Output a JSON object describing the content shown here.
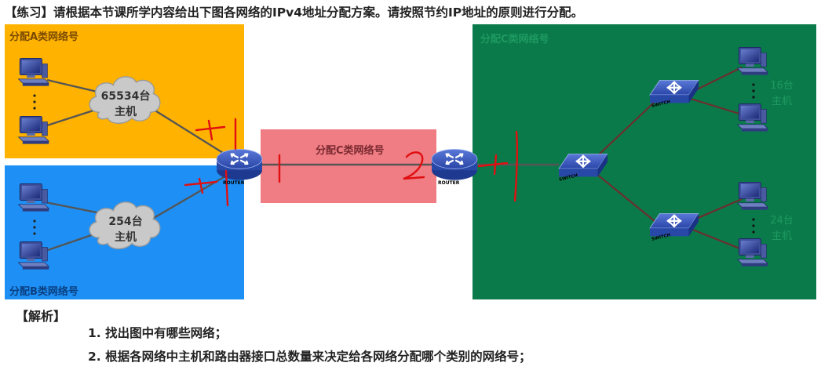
{
  "title": "【练习】请根据本节课所学内容给出下图各网络的IPv4地址分配方案。请按照节约IP地址的原则进行分配。",
  "regions": {
    "a": {
      "label": "分配A类网络号",
      "color": "#FFB300"
    },
    "b": {
      "label": "分配B类网络号",
      "color": "#1E90F5"
    },
    "c_mid": {
      "label": "分配C类网络号",
      "color": "#F07C84"
    },
    "c_right": {
      "label": "分配C类网络号",
      "color": "#0B7A4B"
    }
  },
  "clouds": {
    "a": {
      "count": "65534台",
      "unit": "主机"
    },
    "b": {
      "count": "254台",
      "unit": "主机"
    }
  },
  "hosts": {
    "top": {
      "count": "16台",
      "unit": "主机"
    },
    "bottom": {
      "count": "24台",
      "unit": "主机"
    }
  },
  "device_labels": {
    "router": "ROUTER",
    "switch": "SWITCH"
  },
  "annotations": {
    "plus1_a": "+1",
    "plus1_b": "+1",
    "plus1_c": "+1",
    "two": "2"
  },
  "analysis": {
    "heading": "【解析】",
    "steps": [
      "1. 找出图中有哪些网络；",
      "2. 根据各网络中主机和路由器接口总数量来决定给各网络分配哪个类别的网络号；"
    ]
  }
}
